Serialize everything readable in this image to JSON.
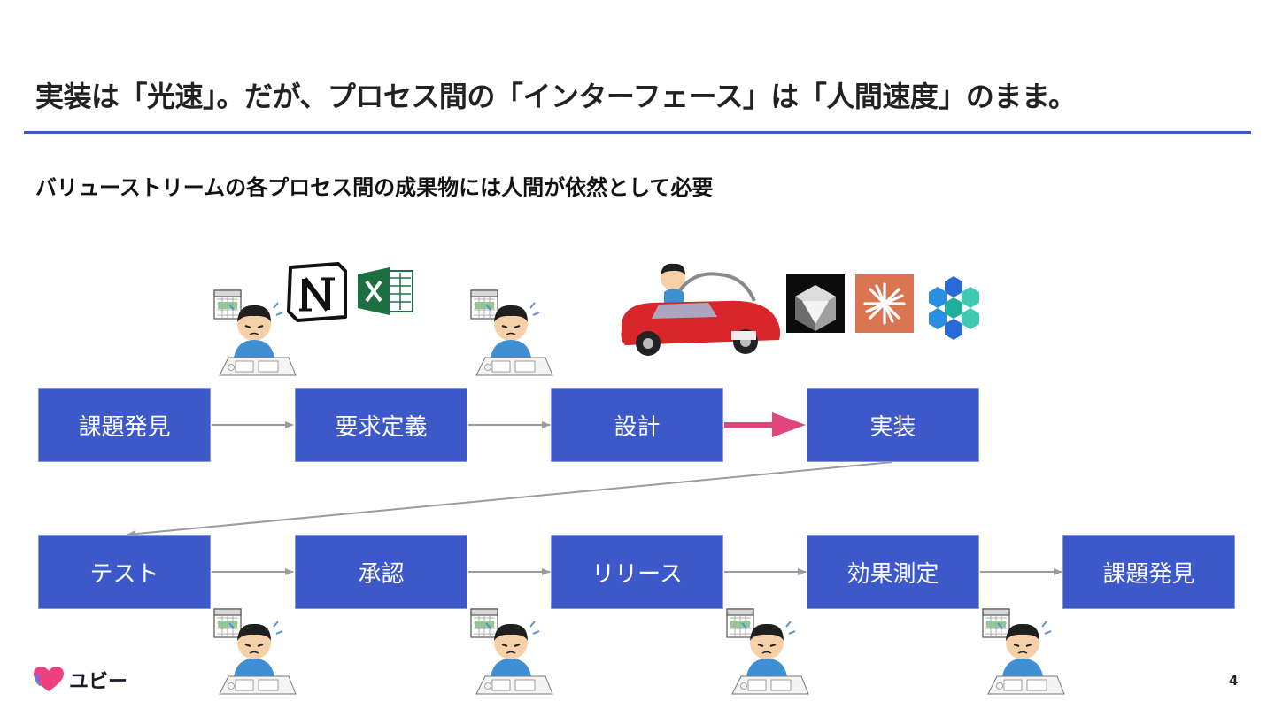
{
  "slide": {
    "title": "実装は「光速」。だが、プロセス間の「インターフェース」は「人間速度」のまま。",
    "subtitle": "バリューストリームの各プロセス間の成果物には人間が依然として必要",
    "page_number": "4"
  },
  "logo": {
    "text": "ユビー"
  },
  "process_row_1": [
    {
      "label": "課題発見"
    },
    {
      "label": "要求定義"
    },
    {
      "label": "設計"
    },
    {
      "label": "実装"
    }
  ],
  "process_row_2": [
    {
      "label": "テスト"
    },
    {
      "label": "承認"
    },
    {
      "label": "リリース"
    },
    {
      "label": "効果測定"
    },
    {
      "label": "課題発見"
    }
  ],
  "tool_icons": {
    "handoff_tools": [
      "notion-logo",
      "excel-logo"
    ],
    "ai_tools": [
      "cursor-logo",
      "claude-logo",
      "devin-logo"
    ]
  },
  "colors": {
    "box_fill": "#3c58c9",
    "rule": "#3c5bc6",
    "fast_arrow": "#e0457b",
    "connector": "#9a9aa6"
  }
}
